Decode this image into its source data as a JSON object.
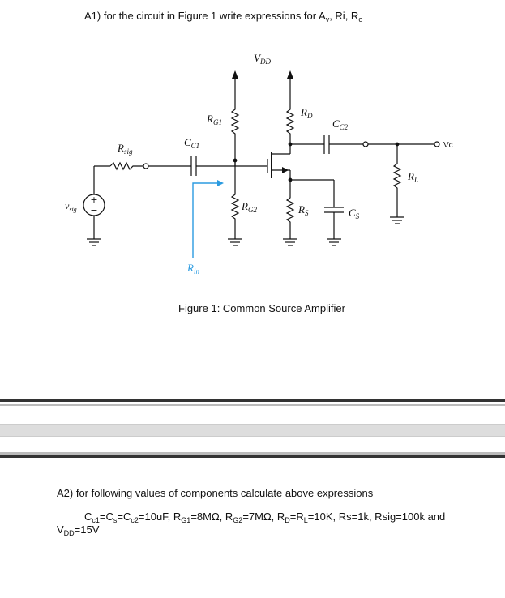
{
  "question1": {
    "prefix": "A1)  for the circuit in Figure 1 write expressions for A",
    "av_sub": "v",
    "sep1": ", Ri, R",
    "ro_sub": "o"
  },
  "circuit": {
    "vdd_main": "V",
    "vdd_sub": "DD",
    "rg1_main": "R",
    "rg1_sub": "G1",
    "rd_main": "R",
    "rd_sub": "D",
    "cc2_main": "C",
    "cc2_sub": "C2",
    "cc1_main": "C",
    "cc1_sub": "C1",
    "rsig_main": "R",
    "rsig_sub": "sig",
    "rl_main": "R",
    "rl_sub": "L",
    "vsig_main": "v",
    "vsig_sub": "sig",
    "rg2_main": "R",
    "rg2_sub": "G2",
    "rs_main": "R",
    "rs_sub": "S",
    "cs_main": "C",
    "cs_sub": "S",
    "rin_main": "R",
    "rin_sub": "in",
    "vc_label": "Vc",
    "plus_sign": "+",
    "minus_sign": "−"
  },
  "figure_caption": "Figure 1: Common Source Amplifier",
  "question2": {
    "text": "A2)  for following values of components calculate above expressions"
  },
  "values_line": {
    "cc1_main": "C",
    "cc1_sub": "c1",
    "eq_cs": "=C",
    "cs_sub": "s",
    "eq_cc2": "=C",
    "cc2_sub": "c2",
    "eq_rg1": "=10uF, R",
    "rg1_sub": "G1",
    "eq_rg2": "=8MΩ, R",
    "rg2_sub": "G2",
    "eq_rd": "=7MΩ, R",
    "rd_sub": "D",
    "eq_rl": "=R",
    "rl_sub": "L",
    "rest": "=10K, Rs=1k, Rsig=100k and",
    "vdd_main": "V",
    "vdd_sub": "DD",
    "vdd_value": "=15V"
  }
}
